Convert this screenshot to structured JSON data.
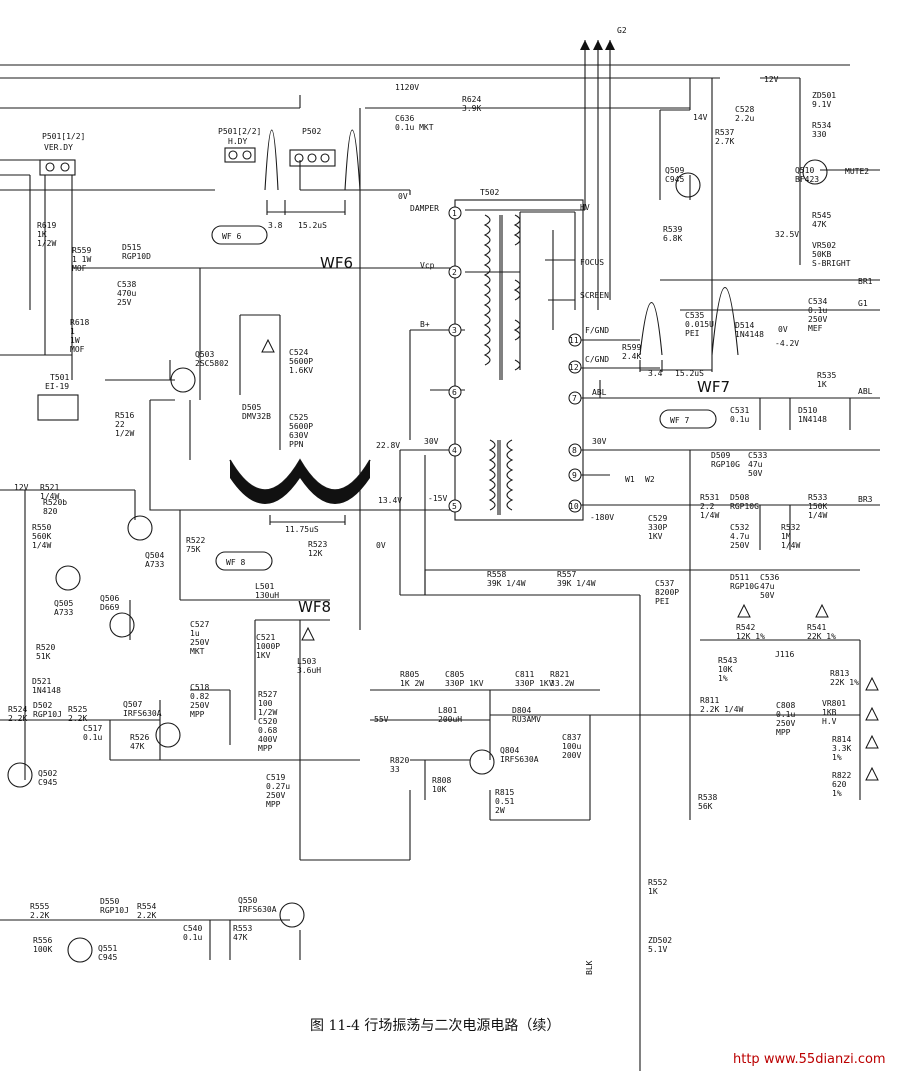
{
  "signals": {
    "g2": "G2",
    "v1120": "1120V",
    "v14": "14V",
    "v12top": "12V",
    "mute2": "MUTE2",
    "br1": "BR1",
    "g1": "G1",
    "abl": "ABL",
    "br3": "BR3",
    "v0a": "0V",
    "v0b": "0V",
    "v22": "22.8V",
    "v134": "13.4V",
    "v30": "30V",
    "v30b": "30V",
    "m15": "-15V",
    "m180": "-180V",
    "v12left": "12V",
    "v55": "55V",
    "blk": "BLK",
    "v325": "32.5V",
    "v0c": "0V",
    "m42": "-4.2V",
    "w1": "W1",
    "w2": "W2",
    "hv": "HV",
    "focus": "FOCUS",
    "screen": "SCREEN",
    "fgnd": "F/GND",
    "cgnd": "C/GND",
    "damper": "DAMPER",
    "vcp": "Vcp",
    "bplus": "B+",
    "j116": "J116",
    "ref_abl": "ABL"
  },
  "waveforms": {
    "wf6": "WF6",
    "wf6tag": "WF 6",
    "wf7": "WF7",
    "wf7tag": "WF 7",
    "wf8": "WF8",
    "wf8tag": "WF 8",
    "t38": "3.8",
    "t152": "15.2uS",
    "t34": "3.4",
    "t152b": "15.2uS",
    "t1175": "11.75uS"
  },
  "transformer": {
    "ref": "T502",
    "pins": [
      "1",
      "2",
      "3",
      "6",
      "4",
      "8",
      "9",
      "10",
      "5",
      "11",
      "12",
      "7"
    ]
  },
  "connectors": {
    "p501a": "P501[1/2]",
    "p501a_sub": "VER.DY",
    "p501b": "P501[2/2]",
    "p501b_sub": "H.DY",
    "p502": "P502",
    "t501": "T501",
    "t501_sub": "EI-19"
  },
  "components": [
    {
      "ref": "R619",
      "val": "1K",
      "val2": "1/2W"
    },
    {
      "ref": "R559",
      "val": "1 1W",
      "val2": "MOF"
    },
    {
      "ref": "D515",
      "val": "RGP10D"
    },
    {
      "ref": "C538",
      "val": "470u",
      "val2": "25V"
    },
    {
      "ref": "R618",
      "val": "1",
      "val2": "1W",
      "val3": "MOF"
    },
    {
      "ref": "R516",
      "val": "22",
      "val2": "1/2W"
    },
    {
      "ref": "Q503",
      "val": "2SC5802"
    },
    {
      "ref": "D505",
      "val": "DMV32B"
    },
    {
      "ref": "C524",
      "val": "5600P",
      "val2": "1.6KV"
    },
    {
      "ref": "C525",
      "val": "5600P",
      "val2": "630V",
      "val3": "PPN"
    },
    {
      "ref": "C636",
      "val": "0.1u MKT"
    },
    {
      "ref": "R624",
      "val": "3.9K"
    },
    {
      "ref": "R537",
      "val": "2.7K"
    },
    {
      "ref": "Q509",
      "val": "C945"
    },
    {
      "ref": "R539",
      "val": "6.8K"
    },
    {
      "ref": "C528",
      "val": "2.2u"
    },
    {
      "ref": "ZD501",
      "val": "9.1V"
    },
    {
      "ref": "R534",
      "val": "330"
    },
    {
      "ref": "Q510",
      "val": "BF423"
    },
    {
      "ref": "R545",
      "val": "47K"
    },
    {
      "ref": "VR502",
      "val": "50KB",
      "val2": "S-BRIGHT"
    },
    {
      "ref": "C534",
      "val": "0.1u",
      "val2": "250V",
      "val3": "MEF"
    },
    {
      "ref": "C535",
      "val": "0.015U",
      "val2": "PEI"
    },
    {
      "ref": "D514",
      "val": "1N4148"
    },
    {
      "ref": "R599",
      "val": "2.4K"
    },
    {
      "ref": "R535",
      "val": "1K"
    },
    {
      "ref": "C531",
      "val": "0.1u"
    },
    {
      "ref": "D510",
      "val": "1N4148"
    },
    {
      "ref": "D509",
      "val": "RGP10G"
    },
    {
      "ref": "C533",
      "val": "47u",
      "val2": "50V"
    },
    {
      "ref": "R531",
      "val": "2.2",
      "val2": "1/4W"
    },
    {
      "ref": "D508",
      "val": "RGP10G"
    },
    {
      "ref": "R533",
      "val": "150K",
      "val2": "1/4W"
    },
    {
      "ref": "C529",
      "val": "330P",
      "val2": "1KV"
    },
    {
      "ref": "C532",
      "val": "4.7u",
      "val2": "250V"
    },
    {
      "ref": "R532",
      "val": "1M",
      "val2": "1/4W"
    },
    {
      "ref": "D511",
      "val": "RGP10G"
    },
    {
      "ref": "C536",
      "val": "47u",
      "val2": "50V"
    },
    {
      "ref": "R558",
      "val": "39K 1/4W"
    },
    {
      "ref": "R557",
      "val": "39K 1/4W"
    },
    {
      "ref": "C537",
      "val": "8200P",
      "val2": "PEI"
    },
    {
      "ref": "R542",
      "val": "12K 1%"
    },
    {
      "ref": "R541",
      "val": "22K 1%"
    },
    {
      "ref": "R543",
      "val": "10K",
      "val2": "1%"
    },
    {
      "ref": "R813",
      "val": "22K 1%"
    },
    {
      "ref": "VR801",
      "val": "1KB",
      "val2": "H.V"
    },
    {
      "ref": "R814",
      "val": "3.3K",
      "val2": "1%"
    },
    {
      "ref": "R822",
      "val": "620",
      "val2": "1%"
    },
    {
      "ref": "R811",
      "val": "2.2K 1/4W"
    },
    {
      "ref": "C808",
      "val": "0.1u",
      "val2": "250V",
      "val3": "MPP"
    },
    {
      "ref": "R521",
      "val": "1/4W"
    },
    {
      "ref": "R520b",
      "val": "820"
    },
    {
      "ref": "R550",
      "val": "560K",
      "val2": "1/4W"
    },
    {
      "ref": "Q504",
      "val": "A733"
    },
    {
      "ref": "R522",
      "val": "75K"
    },
    {
      "ref": "R523",
      "val": "12K"
    },
    {
      "ref": "Q505",
      "val": "A733"
    },
    {
      "ref": "Q506",
      "val": "D669"
    },
    {
      "ref": "L501",
      "val": "130uH"
    },
    {
      "ref": "C527",
      "val": "1u",
      "val2": "250V",
      "val3": "MKT"
    },
    {
      "ref": "C521",
      "val": "1000P",
      "val2": "1KV"
    },
    {
      "ref": "L503",
      "val": "3.6uH"
    },
    {
      "ref": "R520",
      "val": "51K"
    },
    {
      "ref": "D521",
      "val": "1N4148"
    },
    {
      "ref": "R524",
      "val": "2.2K"
    },
    {
      "ref": "D502",
      "val": "RGP10J"
    },
    {
      "ref": "R525",
      "val": "2.2K"
    },
    {
      "ref": "Q507",
      "val": "IRFS630A"
    },
    {
      "ref": "C518",
      "val": "0.82",
      "val2": "250V",
      "val3": "MPP"
    },
    {
      "ref": "R527",
      "val": "100",
      "val2": "1/2W"
    },
    {
      "ref": "C520",
      "val": "0.68",
      "val2": "400V",
      "val3": "MPP"
    },
    {
      "ref": "C517",
      "val": "0.1u"
    },
    {
      "ref": "R526",
      "val": "47K"
    },
    {
      "ref": "Q502",
      "val": "C945"
    },
    {
      "ref": "C519",
      "val": "0.27u",
      "val2": "250V",
      "val3": "MPP"
    },
    {
      "ref": "R805",
      "val": "1K 2W"
    },
    {
      "ref": "C805",
      "val": "330P 1KV"
    },
    {
      "ref": "C811",
      "val": "330P 1KV"
    },
    {
      "ref": "R821",
      "val": "33.2W"
    },
    {
      "ref": "L801",
      "val": "200uH"
    },
    {
      "ref": "D804",
      "val": "RU3AMV"
    },
    {
      "ref": "C837",
      "val": "100u",
      "val2": "200V"
    },
    {
      "ref": "R820",
      "val": "33"
    },
    {
      "ref": "R808",
      "val": "10K"
    },
    {
      "ref": "Q804",
      "val": "IRFS630A"
    },
    {
      "ref": "R815",
      "val": "0.51",
      "val2": "2W"
    },
    {
      "ref": "R538",
      "val": "56K"
    },
    {
      "ref": "R552",
      "val": "1K"
    },
    {
      "ref": "ZD502",
      "val": "5.1V"
    },
    {
      "ref": "R555",
      "val": "2.2K"
    },
    {
      "ref": "D550",
      "val": "RGP10J"
    },
    {
      "ref": "R554",
      "val": "2.2K"
    },
    {
      "ref": "Q550",
      "val": "IRFS630A"
    },
    {
      "ref": "R556",
      "val": "100K"
    },
    {
      "ref": "Q551",
      "val": "C945"
    },
    {
      "ref": "C540",
      "val": "0.1u"
    },
    {
      "ref": "R553",
      "val": "47K"
    }
  ],
  "caption": "图 11-4   行场振荡与二次电源电路（续）",
  "footer": "http  www.55dianzi.com"
}
